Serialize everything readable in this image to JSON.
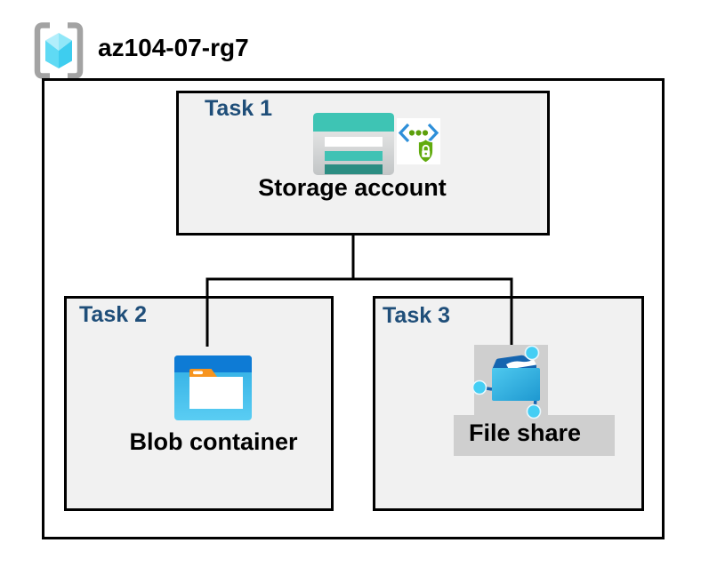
{
  "header": {
    "resource_group_name": "az104-07-rg7",
    "icon": "azure-resource-group"
  },
  "tasks": [
    {
      "label": "Task 1",
      "resource": "Storage account",
      "icons": [
        "storage-account",
        "shared-access-signature-lock"
      ]
    },
    {
      "label": "Task 2",
      "resource": "Blob container",
      "icons": [
        "blob-container"
      ]
    },
    {
      "label": "Task 3",
      "resource": "File share",
      "icons": [
        "file-share"
      ],
      "highlight": "gray"
    }
  ],
  "connections": [
    {
      "from": "Storage account",
      "to": "Blob container"
    },
    {
      "from": "Storage account",
      "to": "File share"
    }
  ],
  "colors": {
    "task_label": "#1F4E79",
    "box_fill": "#F1F1F1",
    "box_border": "#000000",
    "connector": "#000000",
    "highlight_gray": "#CFCFCF",
    "storage_teal": "#3EC4B4",
    "storage_teal_dark": "#2B8D82",
    "blob_header_blue": "#0E7BD5",
    "blob_body_cyan": "#3BB8E8",
    "tab_orange": "#F7941E",
    "sas_bracket_blue": "#2E8FD9",
    "sas_green": "#5C9F0B",
    "fileshare_folder_blue": "#1565B0",
    "fileshare_front_cyan": "#2FB4E5",
    "node_cyan": "#44CEF4",
    "cube_cyan_light": "#B2EEFB",
    "cube_cyan_dark": "#3ECDEF",
    "bracket_gray": "#A3A3A3"
  }
}
